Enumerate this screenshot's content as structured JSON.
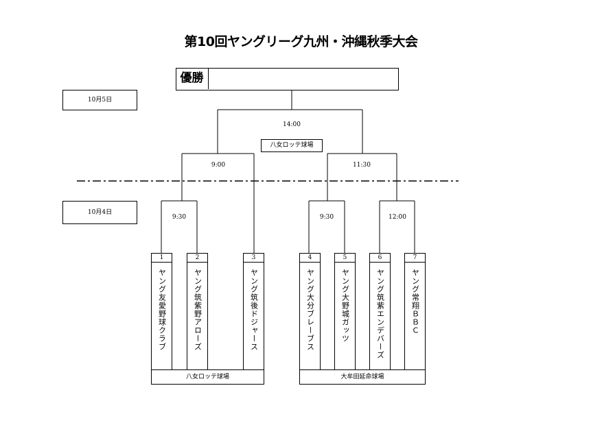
{
  "title": "第10回ヤングリーグ九州・沖縄秋季大会",
  "winner_label": "優勝",
  "winner_value": "",
  "days": {
    "day2": "10月5日",
    "day1": "10月4日"
  },
  "times": {
    "final": "14:00",
    "semi_left": "9:00",
    "semi_right": "11:30",
    "r1_left": "9:30",
    "r1_mid": "9:30",
    "r1_right": "12:00"
  },
  "venues": {
    "final": "八女ロッテ球場",
    "left_group": "八女ロッテ球場",
    "right_group": "大牟田延命球場"
  },
  "teams": [
    {
      "seed": "1",
      "name": "ヤング友愛野球クラブ"
    },
    {
      "seed": "2",
      "name": "ヤング筑紫野アローズ"
    },
    {
      "seed": "3",
      "name": "ヤング筑後ドジャース"
    },
    {
      "seed": "4",
      "name": "ヤング大分ブレーブス"
    },
    {
      "seed": "5",
      "name": "ヤング大野城ガッツ"
    },
    {
      "seed": "6",
      "name": "ヤング筑紫エンデバーズ"
    },
    {
      "seed": "7",
      "name": "ヤング常翔ＢＢＣ"
    }
  ]
}
